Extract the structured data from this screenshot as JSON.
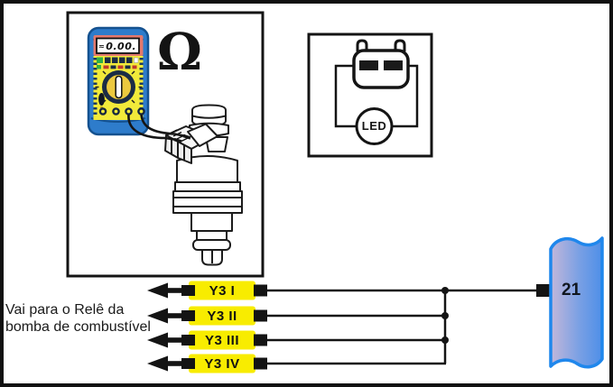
{
  "multimeter": {
    "display_prefix": "≂",
    "display_value": "0.00.",
    "mode_symbol": "Ω"
  },
  "led_tester": {
    "led_label": "LED"
  },
  "caption": {
    "line1": "Vai para o Relê da",
    "line2": "bomba de combustível"
  },
  "injector_rows": [
    {
      "label": "Y3 I"
    },
    {
      "label": "Y3 II"
    },
    {
      "label": "Y3 III"
    },
    {
      "label": "Y3 IV"
    }
  ],
  "harness_connector": {
    "pin_label": "21"
  },
  "colors": {
    "line_black": "#1a1a1a",
    "wire_label_yellow": "#f8ec00",
    "meter_body_blue": "#2e7ccb",
    "meter_body_edge": "#14518f",
    "meter_face_yellow": "#f2ea3a",
    "meter_display_frame_salmon": "#e2786d",
    "meter_dial_navy": "#1b2c45",
    "meter_dial_inner": "#ecc93f",
    "ribbon_border_blue": "#1f87ec",
    "ribbon_gradient_left": "#c3b7da",
    "ribbon_gradient_right": "#4e8fe8"
  }
}
